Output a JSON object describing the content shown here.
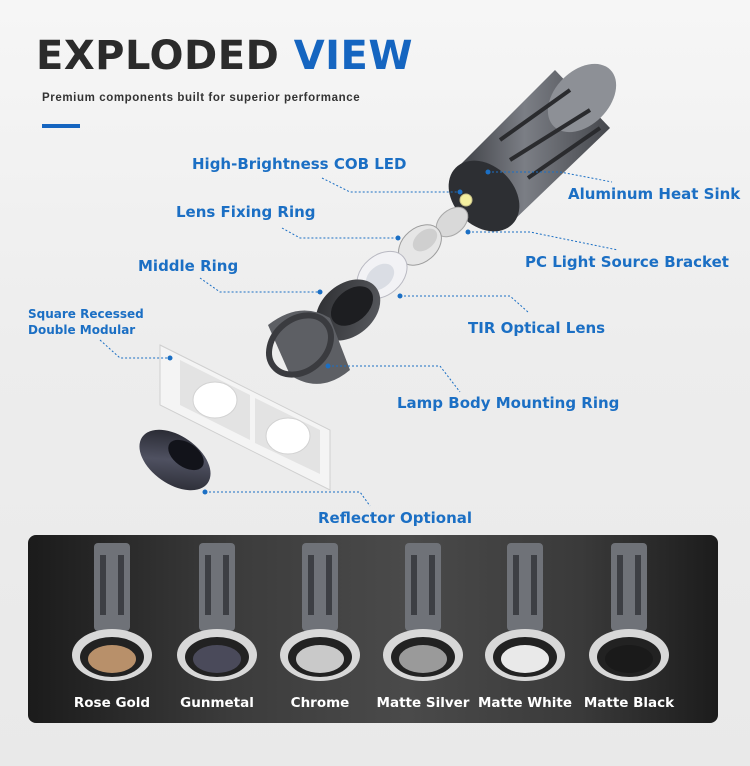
{
  "header": {
    "title_part1": "EXPLODED",
    "title_part2": "VIEW",
    "subtitle": "Premium components built for superior performance"
  },
  "colors": {
    "accent": "#1565c0",
    "label": "#1b6fc4",
    "title_dark": "#2b2b2b",
    "panel": "#3a3a3a"
  },
  "components": [
    {
      "id": "cob-led",
      "label": "High-Brightness COB LED"
    },
    {
      "id": "heat-sink",
      "label": "Aluminum Heat Sink"
    },
    {
      "id": "lens-fixing-ring",
      "label": "Lens Fixing Ring"
    },
    {
      "id": "pc-bracket",
      "label": "PC Light Source Bracket"
    },
    {
      "id": "middle-ring",
      "label": "Middle Ring"
    },
    {
      "id": "tir-lens",
      "label": "TIR Optical Lens"
    },
    {
      "id": "square-recessed",
      "label_line1": "Square Recessed",
      "label_line2": "Double Modular"
    },
    {
      "id": "mounting-ring",
      "label": "Lamp Body Mounting Ring"
    },
    {
      "id": "reflector",
      "label": "Reflector Optional"
    }
  ],
  "finishes": [
    {
      "name": "Rose Gold",
      "color": "#b8906a"
    },
    {
      "name": "Gunmetal",
      "color": "#4a4a5a"
    },
    {
      "name": "Chrome",
      "color": "#c9c9c9"
    },
    {
      "name": "Matte Silver",
      "color": "#9a9a9a"
    },
    {
      "name": "Matte White",
      "color": "#e9e9e9"
    },
    {
      "name": "Matte Black",
      "color": "#1a1a1a"
    }
  ]
}
